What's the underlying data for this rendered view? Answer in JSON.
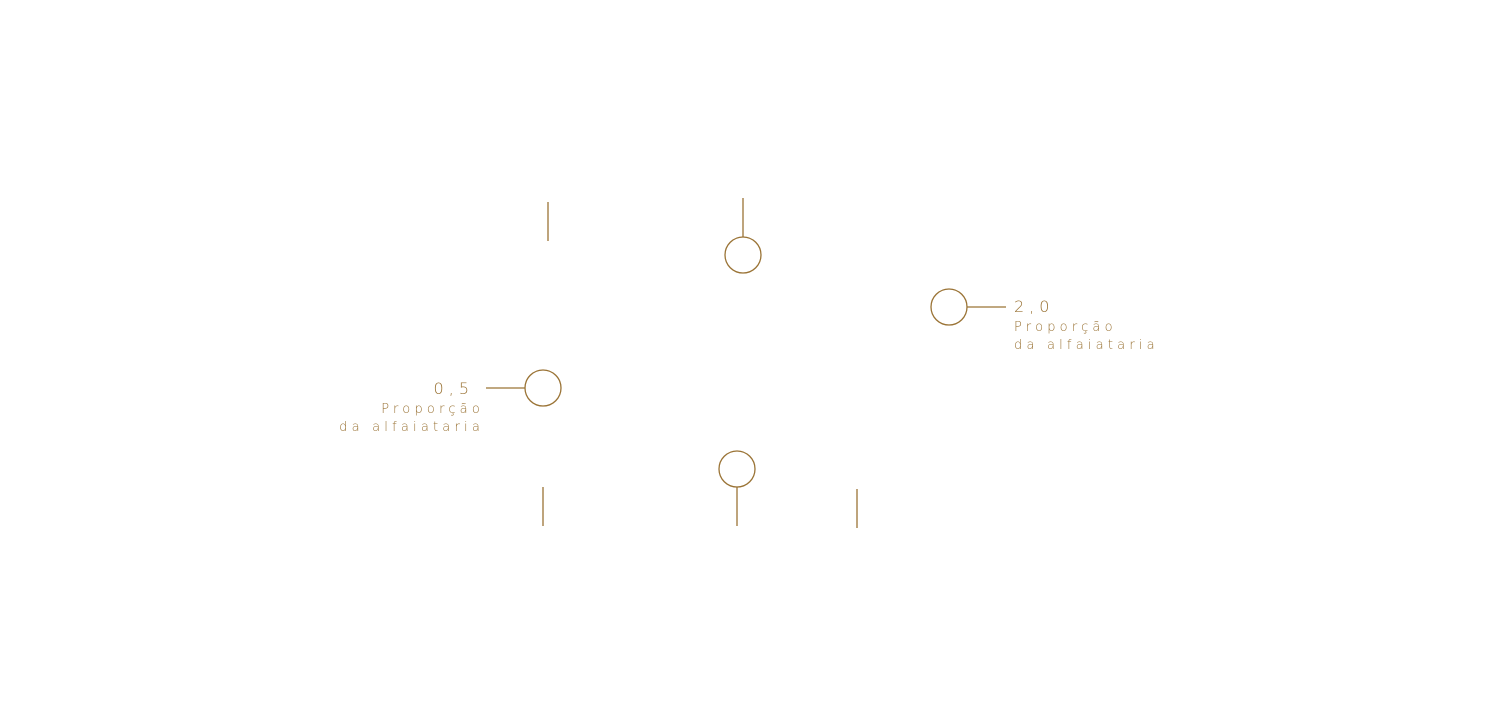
{
  "colors": {
    "accent": "#9a7335",
    "background": "#ffffff"
  },
  "callouts": {
    "right": {
      "value": "2,0",
      "caption_line1": "Proporção",
      "caption_line2": "da alfaiataria"
    },
    "left": {
      "value": "0,5",
      "caption_line1": "Proporção",
      "caption_line2": "da alfaiataria"
    }
  }
}
